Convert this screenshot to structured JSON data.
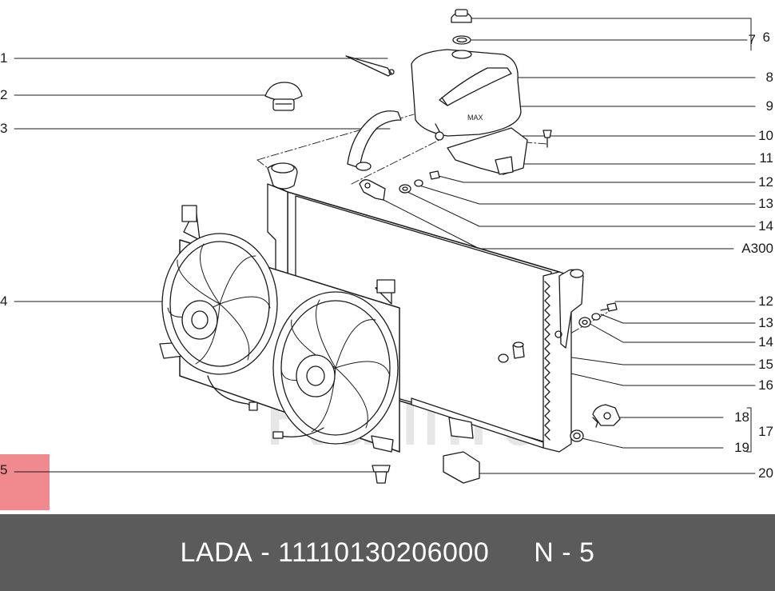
{
  "diagram": {
    "left_callouts": [
      "1",
      "2",
      "3",
      "4",
      "5"
    ],
    "right_callouts": [
      "6",
      "7",
      "8",
      "9",
      "10",
      "11",
      "12",
      "13",
      "14",
      "A300",
      "12",
      "13",
      "14",
      "15",
      "16",
      "17",
      "18",
      "19",
      "20"
    ],
    "highlighted_callout": "5",
    "watermark": "Rulli.ru",
    "highlight_color": "#f08a8e"
  },
  "footer": {
    "brand": "LADA",
    "dash": "-",
    "part_number": "11110130206000",
    "position": "N - 5",
    "background_color": "#5b5b5b"
  }
}
